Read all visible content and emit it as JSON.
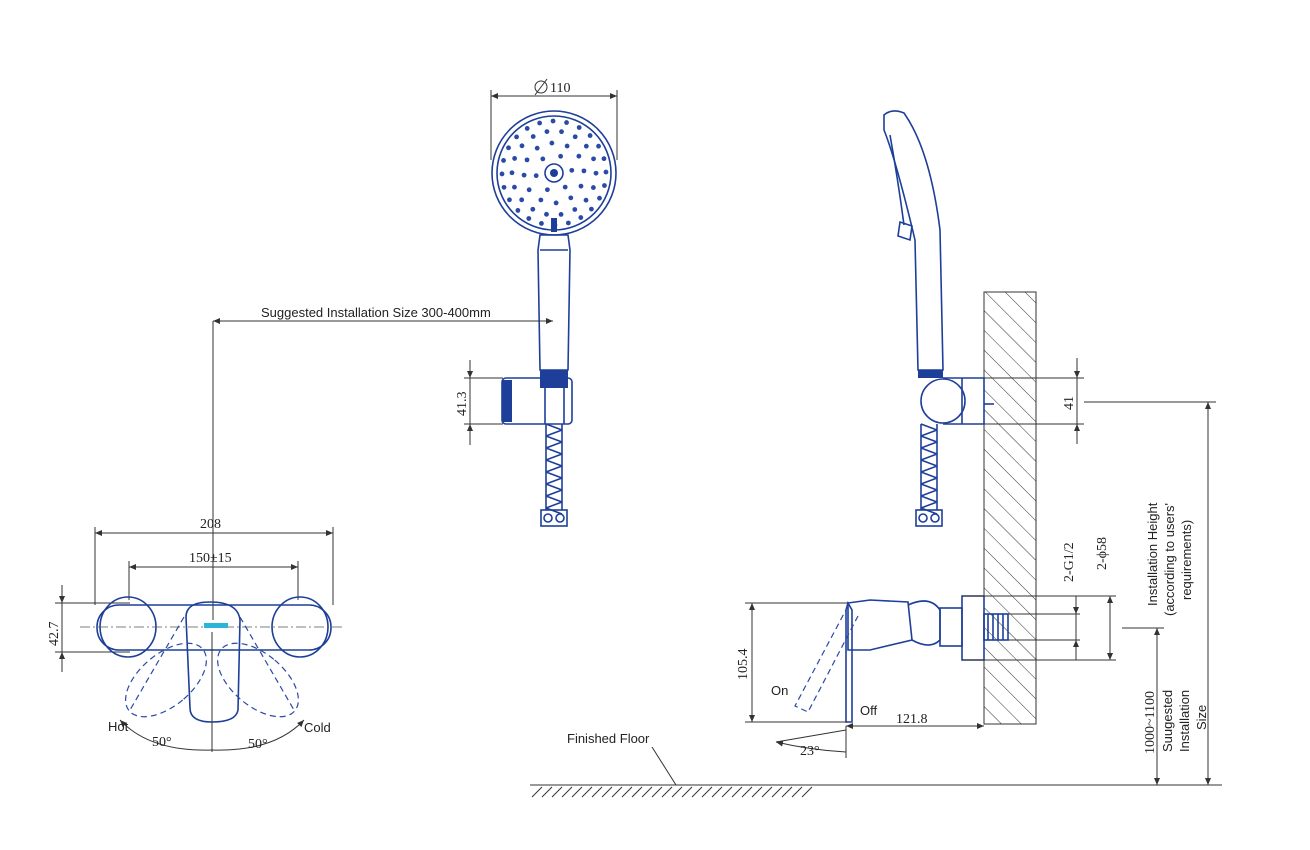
{
  "labels": {
    "showerhead_diameter": "110",
    "suggested_install": "Suggested Installation Size 300-400mm",
    "holder_height_front": "41.3",
    "holder_height_side": "41",
    "mixer_width": "208",
    "mixer_spacing": "150±15",
    "mixer_height": "42.7",
    "hot": "Hot",
    "cold": "Cold",
    "angle_left": "50°",
    "angle_right": "50°",
    "thread": "2-G1/2",
    "flange_dia": "2-ϕ58",
    "install_height_line1": "Installation Height",
    "install_height_line2": "(according to users'",
    "install_height_line3": "requirements)",
    "mixer_depth_height": "105.4",
    "on": "On",
    "off": "Off",
    "projection": "121.8",
    "lever_angle": "23°",
    "finished_floor": "Finished Floor",
    "height_range": "1000~1100",
    "suggested_size_line1": "Suugested",
    "suggested_size_line2": "Installation",
    "suggested_size_line3": "Size"
  },
  "colors": {
    "outline": "#1e3f99",
    "dimension": "#333333",
    "accent": "#2bb5d9"
  }
}
